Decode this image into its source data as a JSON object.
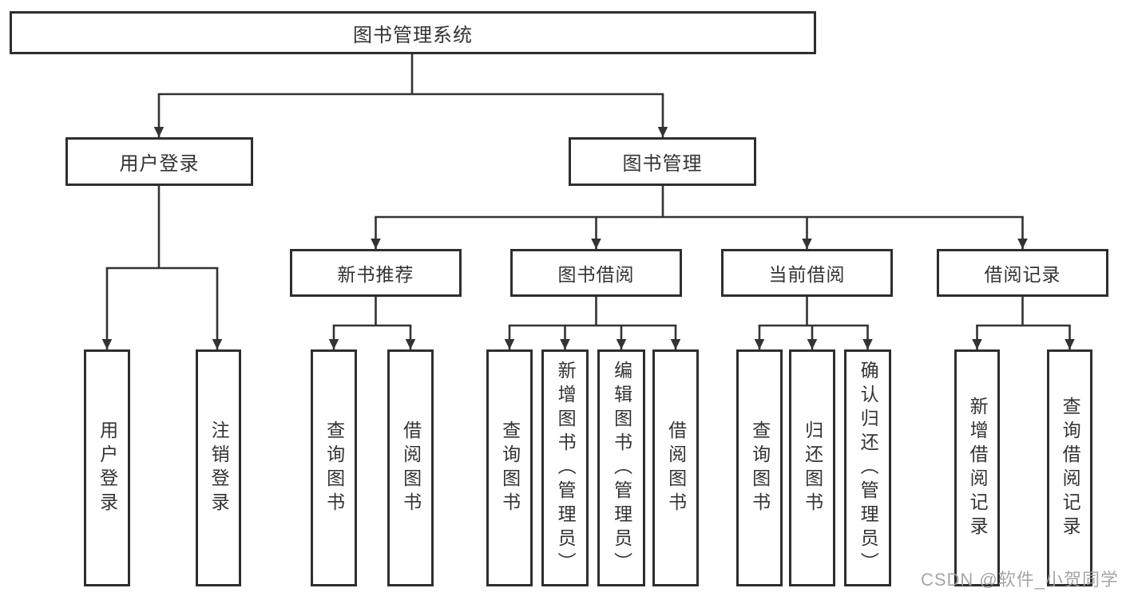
{
  "diagram": {
    "title": "图书管理系统",
    "type": "tree-diagram",
    "colors": {
      "line": "#333333",
      "box_border": "#2e2e2e",
      "box_fill": "#ffffff",
      "text": "#333333",
      "watermark_text_color": "#9e9e9e",
      "background": "#ffffff"
    }
  },
  "tree": {
    "label": "图书管理系统",
    "children": [
      {
        "label": "用户登录",
        "children": [
          {
            "label": "用户登录"
          },
          {
            "label": "注销登录"
          }
        ]
      },
      {
        "label": "图书管理",
        "children": [
          {
            "label": "新书推荐",
            "children": [
              {
                "label": "查询图书"
              },
              {
                "label": "借阅图书"
              }
            ]
          },
          {
            "label": "图书借阅",
            "children": [
              {
                "label": "查询图书"
              },
              {
                "label": "新增图书（管理员）"
              },
              {
                "label": "编辑图书（管理员）"
              },
              {
                "label": "借阅图书"
              }
            ]
          },
          {
            "label": "当前借阅",
            "children": [
              {
                "label": "查询图书"
              },
              {
                "label": "归还图书"
              },
              {
                "label": "确认归还（管理员）"
              }
            ]
          },
          {
            "label": "借阅记录",
            "children": [
              {
                "label": "新增借阅记录"
              },
              {
                "label": "查询借阅记录"
              }
            ]
          }
        ]
      }
    ]
  },
  "watermark": {
    "text": "CSDN @软件_小贺同学"
  }
}
